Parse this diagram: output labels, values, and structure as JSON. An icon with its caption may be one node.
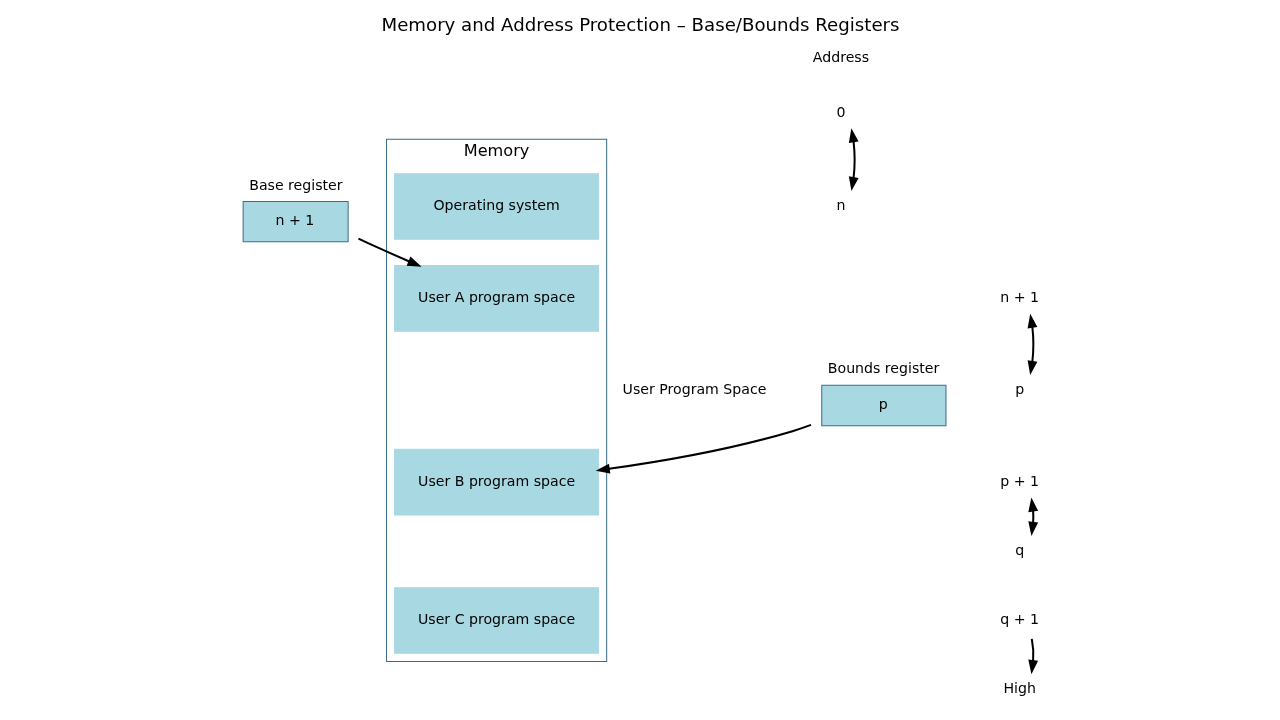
{
  "diagram": {
    "title": "Memory and Address Protection – Base/Bounds Registers",
    "nodes": [
      {
        "text": [
          "Base register",
          "n + 1"
        ]
      },
      {
        "text": [
          "Bounds register",
          "p"
        ]
      },
      {
        "text": [
          "Memory"
        ]
      },
      {
        "text": [
          "Operating system"
        ],
        "in": 2
      },
      {
        "text": [
          "User A program space"
        ],
        "in": 2
      },
      {
        "text": [
          "User B program space"
        ],
        "in": 2
      },
      {
        "text": [
          "User C program space"
        ],
        "in": 2
      },
      {
        "text": [
          "0"
        ]
      },
      {
        "text": [
          "n"
        ]
      },
      {
        "text": [
          "n + 1"
        ]
      },
      {
        "text": [
          "p"
        ]
      },
      {
        "text": [
          "p + 1"
        ]
      },
      {
        "text": [
          "q"
        ]
      },
      {
        "text": [
          "q + 1"
        ]
      },
      {
        "text": [
          "High"
        ]
      }
    ],
    "edges": [
      {
        "from": 0,
        "to": 4,
        "arrow": "to"
      },
      {
        "from": 1,
        "to": 5,
        "arrow": "to"
      },
      {
        "from": 7,
        "to": 8,
        "arrow": "both"
      },
      {
        "from": 9,
        "to": 10,
        "arrow": "both"
      },
      {
        "from": 11,
        "to": 12,
        "arrow": "both"
      },
      {
        "from": 13,
        "to": 14,
        "arrow": "to"
      }
    ],
    "labels": [
      "Address",
      "User Program Space"
    ]
  }
}
